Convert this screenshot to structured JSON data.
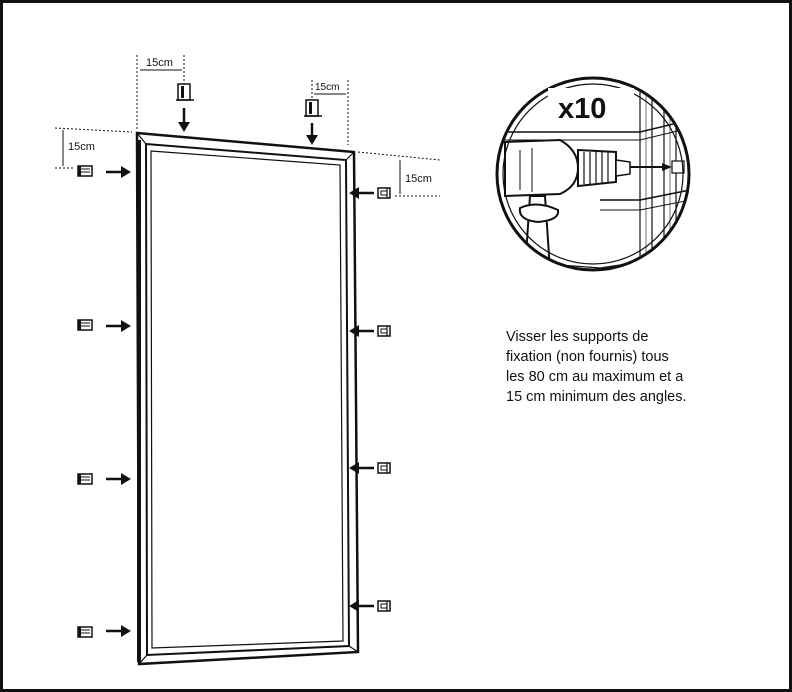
{
  "dimensions": {
    "top_left": "15cm",
    "top_right": "15cm",
    "left_side": "15cm",
    "right_side": "15cm"
  },
  "detail": {
    "count_label": "x10",
    "icon": "drill-icon"
  },
  "instruction": {
    "lines": [
      "Visser les supports de",
      "fixation (non fournis) tous",
      "les 80 cm au maximum et a",
      "15 cm minimum des angles."
    ]
  },
  "icons": [
    "mirror-frame-icon",
    "mounting-clip-icon",
    "arrow-icon",
    "drill-icon"
  ],
  "colors": {
    "line": "#111111",
    "background": "#ffffff"
  }
}
